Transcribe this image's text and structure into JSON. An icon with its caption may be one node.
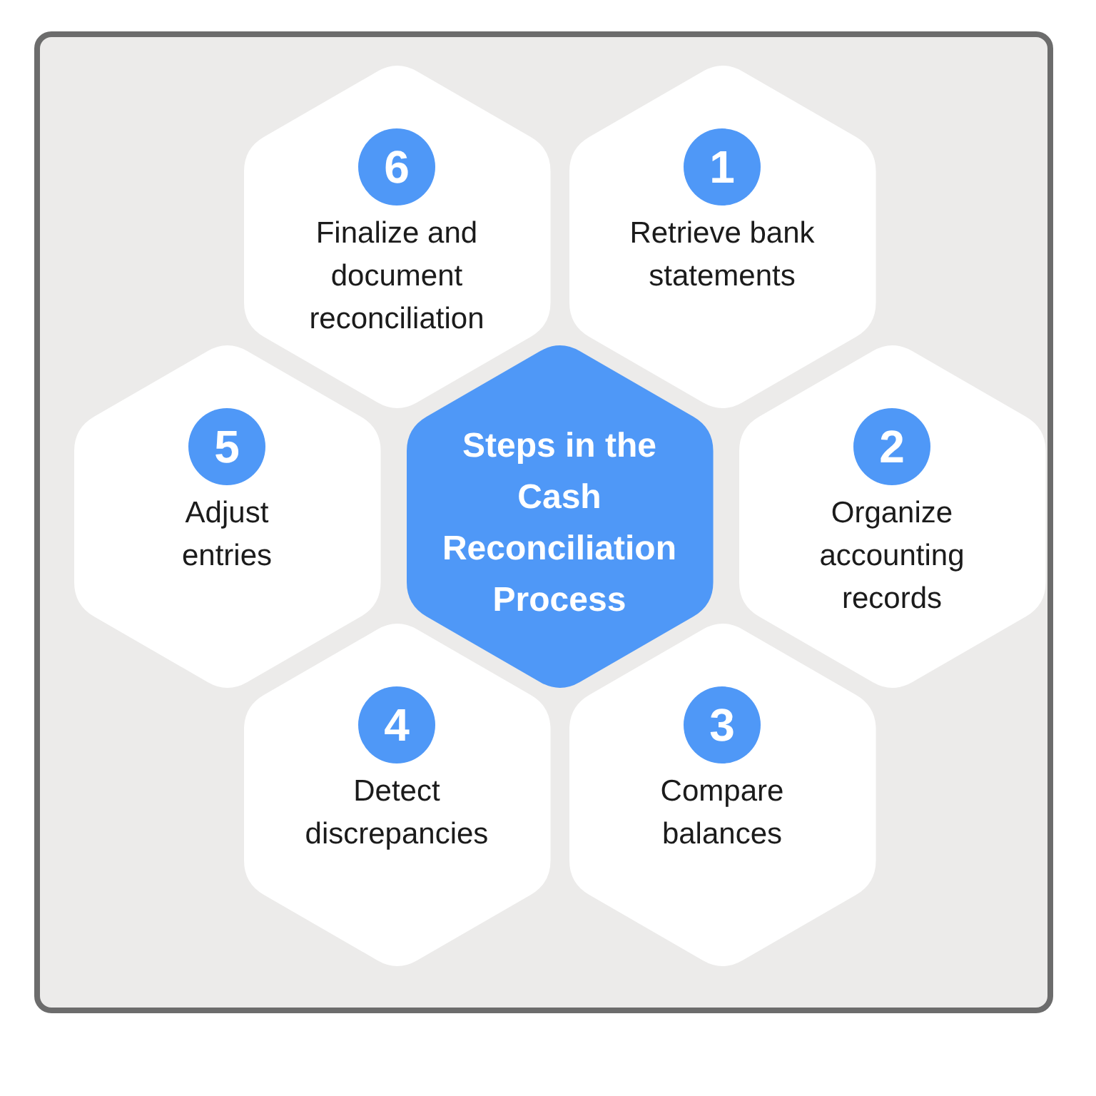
{
  "diagram": {
    "nodes": [
      {
        "text": [
          "Steps in the Cash Reconciliation Process"
        ]
      },
      {
        "text": [
          "Retrieve bank statements"
        ]
      },
      {
        "text": [
          "1"
        ],
        "in": 1
      },
      {
        "text": [
          "Organize accounting records"
        ]
      },
      {
        "text": [
          "2"
        ],
        "in": 3
      },
      {
        "text": [
          "Compare balances"
        ]
      },
      {
        "text": [
          "3"
        ],
        "in": 5
      },
      {
        "text": [
          "Detect discrepancies"
        ]
      },
      {
        "text": [
          "4"
        ],
        "in": 7
      },
      {
        "text": [
          "Adjust entries"
        ]
      },
      {
        "text": [
          "5"
        ],
        "in": 9
      },
      {
        "text": [
          "Finalize and document reconciliation"
        ]
      },
      {
        "text": [
          "6"
        ],
        "in": 11
      }
    ]
  }
}
